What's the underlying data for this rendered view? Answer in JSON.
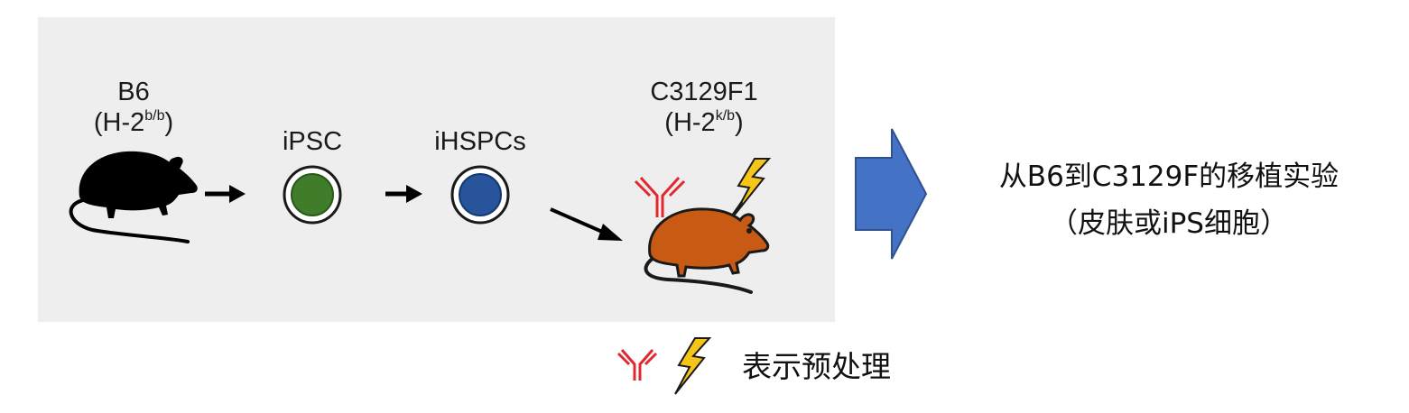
{
  "stages": [
    {
      "name": "B6",
      "haplotype_base": "(H-2",
      "haplotype_sup": "b/b",
      "haplotype_close": ")"
    },
    {
      "name": "iPSC"
    },
    {
      "name": "iHSPCs"
    },
    {
      "name": "C3129F1",
      "haplotype_base": "(H-2",
      "haplotype_sup": "k/b",
      "haplotype_close": ")"
    }
  ],
  "result": {
    "line1": "从B6到C3129F的移植实验",
    "line2": "（皮肤或iPS细胞）"
  },
  "legend": {
    "label": "表示预处理"
  },
  "colors": {
    "panel": "#eeeeee",
    "donor_mouse": "#000000",
    "recipient_mouse": "#c85a14",
    "ipsc_cell": "#3f7d2a",
    "ihspc_cell": "#27549a",
    "antibody": "#e0282e",
    "lightning": "#f5c518",
    "big_arrow": "#4472c4",
    "big_arrow_border": "#2f528f"
  },
  "icons": [
    "mouse-icon",
    "cell-icon",
    "antibody-icon",
    "lightning-icon",
    "arrow-icon"
  ]
}
